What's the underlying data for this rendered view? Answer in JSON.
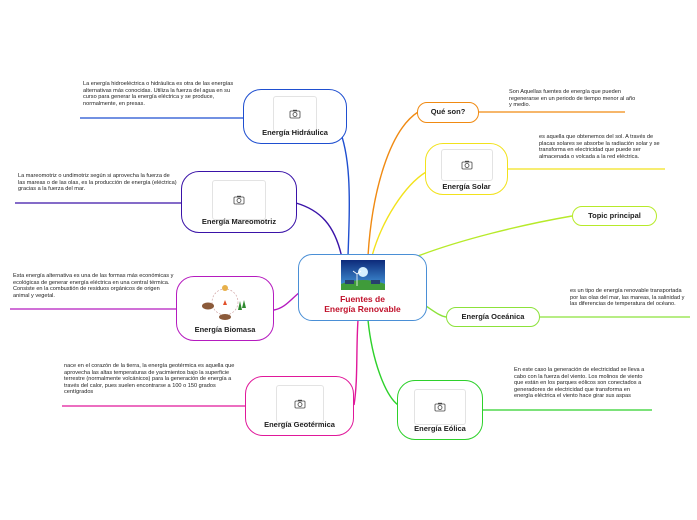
{
  "center": {
    "title_line1": "Fuentes de",
    "title_line2": "Energía Renovable"
  },
  "branches": {
    "hidraulica": {
      "label": "Energía Hidráulica",
      "color": "#1f4fd0",
      "note": "La energía hidroeléctrica o hidráulica es otra de las energías alternativas más conocidas. Utiliza la fuerza del agua en su curso para generar la energía eléctrica y se produce, normalmente, en presas."
    },
    "mareomotriz": {
      "label": "Energía Mareomotriz",
      "color": "#3a13a8",
      "note": "La mareomotriz o undimotriz según si aprovecha la fuerza de las mareas o de las olas, es la producción de energía (eléctrica) gracias a la fuerza del mar."
    },
    "biomasa": {
      "label": "Energía Biomasa",
      "color": "#b51bbf",
      "note": "Esta energía alternativa es una de las formas más económicas y ecológicas de generar energía eléctrica en una central térmica. Consiste en la combustión de residuos orgánicos de origen animal y vegetal."
    },
    "geotermica": {
      "label": "Energía Geotérmica",
      "color": "#e0189a",
      "note": "nace en el corazón de la tierra, la energía geotérmica es aquella que aprovecha las altas temperaturas de yacimientos bajo la superficie terrestre (normalmente volcánicos) para la generación de energía a través del calor, pues suelen encontrarse a 100 o 150 grados centígrados"
    },
    "que_son": {
      "label": "Qué son?",
      "color": "#f08a12",
      "note": "Son Aquellas fuentes de energía que pueden regenerarse en un periodo de tiempo menor al año y medio."
    },
    "solar": {
      "label": "Energía Solar",
      "color": "#f2e21c",
      "note": "es aquella que obtenemos del sol. A través de placas solares se absorbe la radiación solar y se transforma en electricidad que puede ser almacenada o volcada a la red eléctrica."
    },
    "topic": {
      "label": "Topic principal",
      "color": "#b7ea2a"
    },
    "oceanica": {
      "label": "Energía Oceánica",
      "color": "#8ce23a",
      "note": "es un tipo de energía renovable transportada por las olas del mar, las mareas, la salinidad y las diferencias de temperatura del océano."
    },
    "eolica": {
      "label": "Energía Eólica",
      "color": "#2ed12b",
      "note": "En este caso la generación de electricidad se lleva a cabo con la fuerza del viento. Los molinos de viento que están en los parques eólicos son conectados a generadores de electricidad que transforma en energía eléctrica el viento hace girar sus aspas"
    }
  },
  "icons": {
    "image_placeholder": "camera-icon",
    "center_picture": "solar-landscape-icon",
    "biomasa_picture": "biomass-cycle-icon"
  }
}
